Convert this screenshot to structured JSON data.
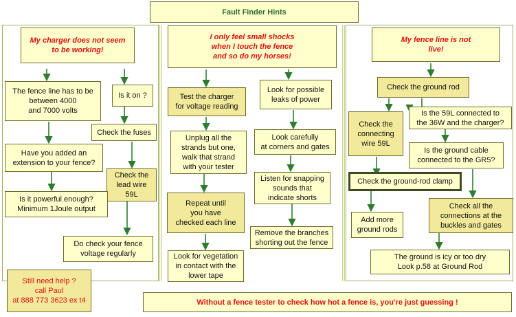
{
  "title": "Fault Finder  Hints",
  "colors": {
    "box_fill": "#ffffcc",
    "box_fill_alt": "#f2ea9a",
    "arrow": "#2e7d2e",
    "accent_text": "#e01010",
    "title_text": "#2d6a2d"
  },
  "left": {
    "header": "My charger does not seem\nto be working!",
    "fence_voltage": "The fence line has to be\nbetween 4000\nand 7000 volts",
    "is_it_on": "Is it on ?",
    "extension": "Have you added an\nextension to your fence?",
    "check_fuses": "Check the fuses",
    "powerful": "Is it powerful enough?\nMinimum 1Joule output",
    "lead_wire": "Check the\nlead wire\n59L",
    "check_voltage": "Do check your fence\nvoltage regularly",
    "help": "Still need  help ?\ncall Paul\nat 888 773 3623 ex t4"
  },
  "middle": {
    "header": "I only feel small shocks\nwhen I touch the fence\nand so do my horses!",
    "test_charger": "Test the charger\nfor voltage reading",
    "leaks": "Look for possible\nleaks of power",
    "unplug": "Unplug all the\nstrands but one,\nwalk that strand\nwith your tester",
    "corners": "Look carefully\nat corners and gates",
    "snapping": "Listen for snapping\nsounds that\nindicate shorts",
    "repeat": "Repeat until\nyou have\nchecked each line",
    "branches": "Remove the branches\nshorting out the fence",
    "vegetation": "Look for vegetation\nin contact with the\nlower tape"
  },
  "right": {
    "header": "My fence line is not\nlive!",
    "ground_rod": "Check the ground rod",
    "connecting_wire": "Check the\nconnecting\nwire 59L",
    "connected_36w": "Is the 59L connected  to\nthe 36W and the charger?",
    "ground_cable": "Is the ground cable\nconnected to the GR5?",
    "clamp": "Check the ground-rod clamp",
    "connections": "Check all the\nconnections at the\nbuckles and gates",
    "more_rods": "Add more\nground rods",
    "icy": "The ground is icy or  too dry\nLook p.58 at Ground Rod"
  },
  "footer": "Without a fence  tester  to check  how hot a fence is, you're just guessing !"
}
